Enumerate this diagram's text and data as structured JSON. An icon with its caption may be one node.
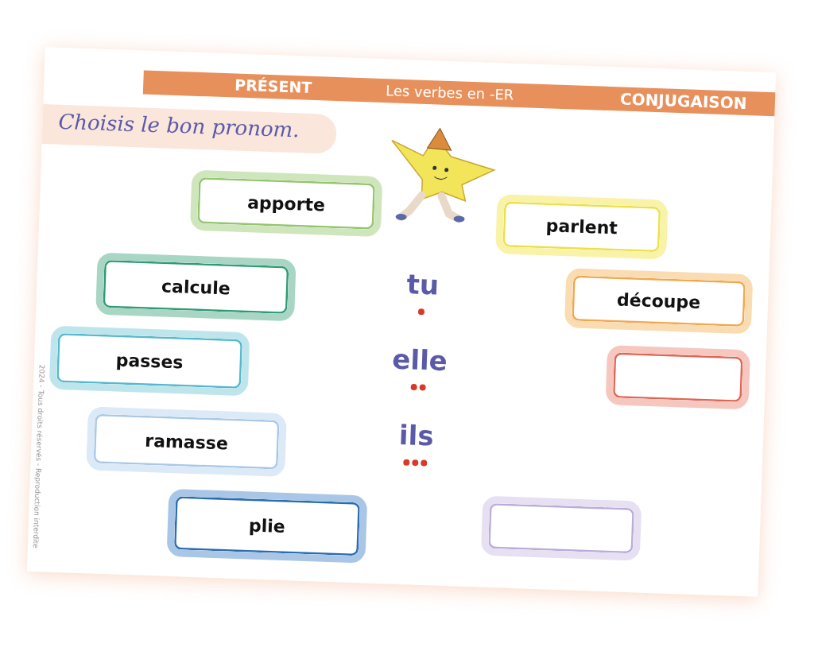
{
  "diagram": {
    "title": "Choisis le bon pronom.",
    "nodes": [
      {
        "text": [
          "apporte"
        ]
      },
      {
        "text": [
          "parlent"
        ]
      },
      {
        "text": [
          "calcule"
        ]
      },
      {
        "text": [
          "découpe"
        ]
      },
      {
        "text": [
          "passes"
        ]
      },
      {
        "text": [],
        "shape": "box"
      },
      {
        "text": [
          "ramasse"
        ]
      },
      {
        "text": [],
        "shape": "box"
      },
      {
        "text": [
          "plie"
        ]
      }
    ],
    "labels": [
      "PRÉSENT",
      "Les verbes en -ER",
      "CONJUGAISON",
      "tu",
      "elle",
      "ils",
      "2024 - Tous droits réservés - Reproduction interdite"
    ]
  }
}
